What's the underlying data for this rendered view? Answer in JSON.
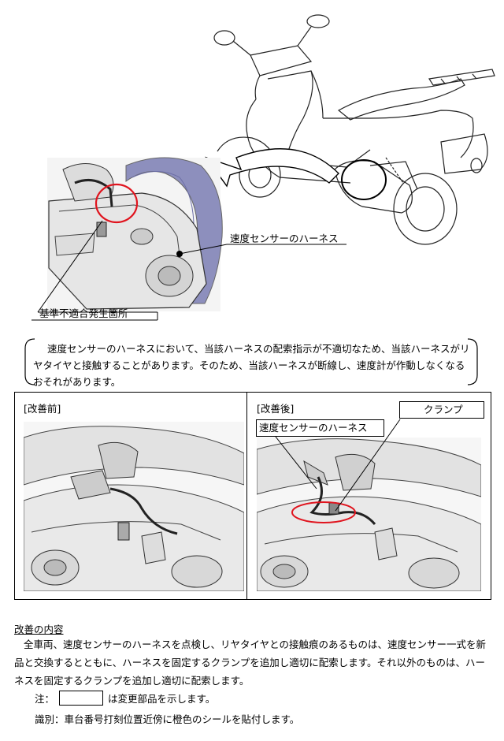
{
  "illustration": {
    "sensor_harness_label": "速度センサーのハーネス",
    "defect_label": "基準不適合発生箇所"
  },
  "description": "速度センサーのハーネスにおいて、当該ハーネスの配索指示が不適切なため、当該ハーネスがリヤタイヤと接触することがあります。そのため、当該ハーネスが断線し、速度計が作動しなくなるおそれがあります。",
  "comparison": {
    "before_label": "[改善前]",
    "after_label": "[改善後]",
    "clamp_label": "クランプ",
    "harness_label": "速度センサーのハーネス"
  },
  "remedy": {
    "title": "改善の内容",
    "text": "全車両、速度センサーのハーネスを点検し、リヤタイヤとの接触痕のあるものは、速度センサー一式を新品と交換するとともに、ハーネスを固定するクランプを追加し適切に配索します。それ以外のものは、ハーネスを固定するクランプを追加し適切に配索します。",
    "note_prefix": "注：",
    "note_suffix": "は変更部品を示します。",
    "identification": "識別：車台番号打刻位置近傍に橙色のシールを貼付します。"
  },
  "colors": {
    "highlight_red": "#e0141e",
    "tire_purple": "#8d8fbd"
  }
}
